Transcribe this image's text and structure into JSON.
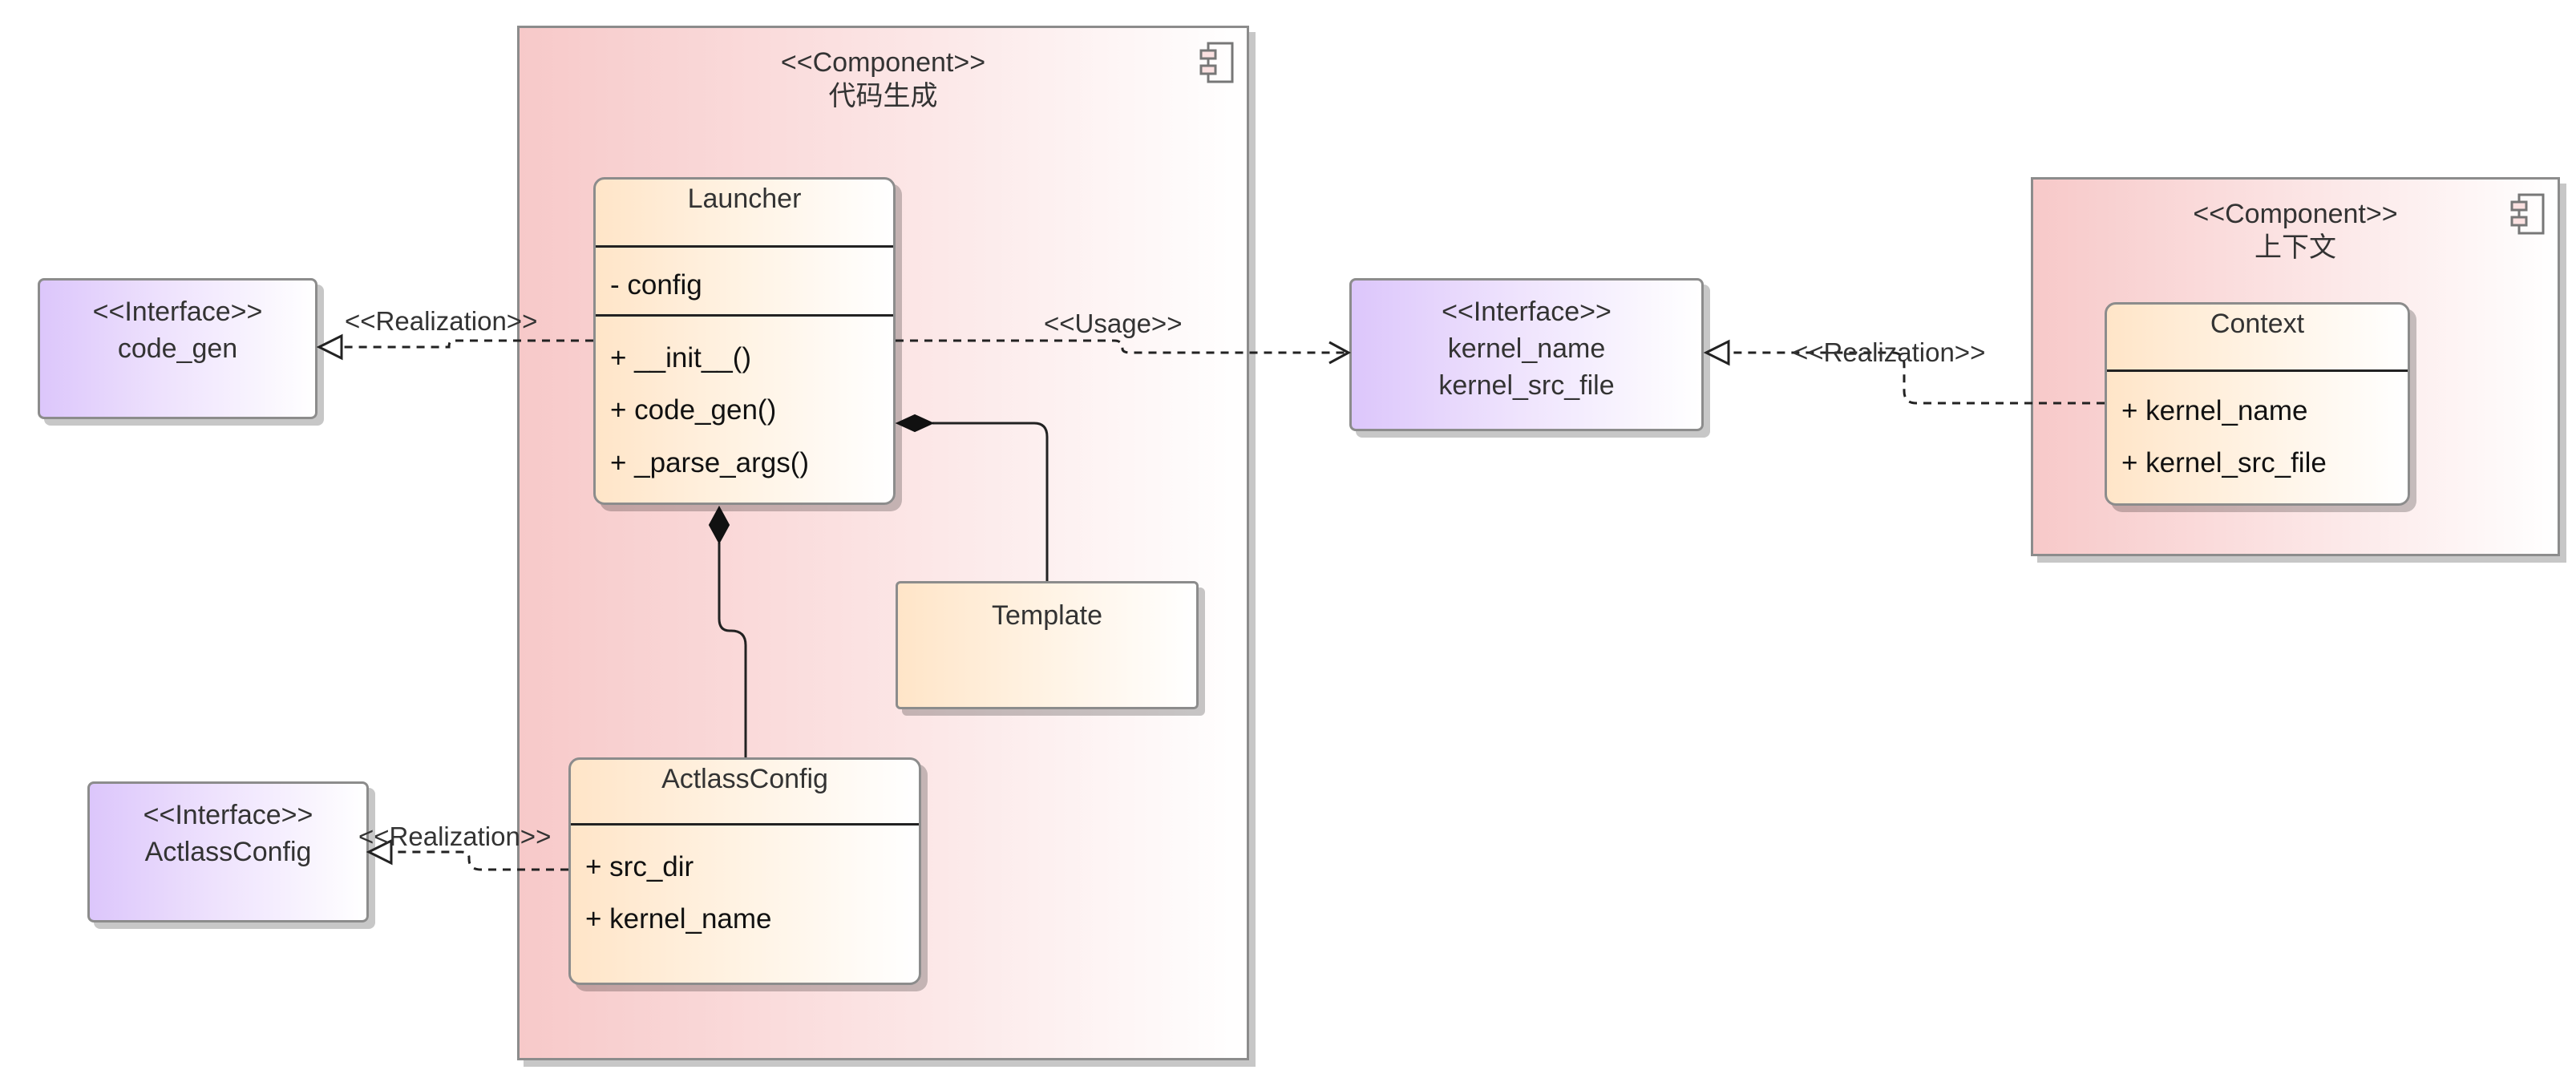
{
  "components": {
    "codegen": {
      "stereotype": "<<Component>>",
      "name": "代码生成"
    },
    "context": {
      "stereotype": "<<Component>>",
      "name": "上下文"
    }
  },
  "classes": {
    "launcher": {
      "name": "Launcher",
      "attributes": [
        "- config"
      ],
      "methods": [
        "+ __init__()",
        "+ code_gen()",
        "+ _parse_args()"
      ]
    },
    "template": {
      "name": "Template"
    },
    "actlass_config": {
      "name": "ActlassConfig",
      "attributes": [
        "+ src_dir",
        "+ kernel_name"
      ]
    },
    "context": {
      "name": "Context",
      "attributes": [
        "+ kernel_name",
        "+ kernel_src_file"
      ]
    }
  },
  "interfaces": {
    "code_gen": {
      "stereotype": "<<Interface>>",
      "lines": [
        "code_gen"
      ]
    },
    "actlass_config": {
      "stereotype": "<<Interface>>",
      "lines": [
        "ActlassConfig"
      ]
    },
    "kernel": {
      "stereotype": "<<Interface>>",
      "lines": [
        "kernel_name",
        "kernel_src_file"
      ]
    }
  },
  "edges": {
    "realization_code_gen": "<<Realization>>",
    "usage_kernel": "<<Usage>>",
    "realization_kernel": "<<Realization>>",
    "realization_actlass": "<<Realization>>"
  },
  "colors": {
    "component_fill": "#f7c9c9",
    "class_fill": "#ffe5c8",
    "interface_fill": "#dcc6fb",
    "border": "#8c8c8c"
  }
}
